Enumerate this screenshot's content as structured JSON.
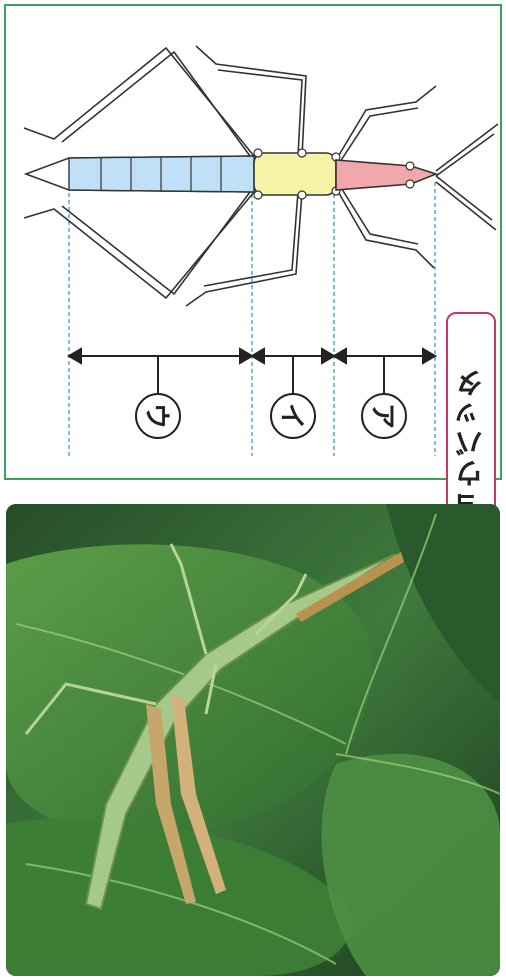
{
  "species_name": "ショウリョウバッタ",
  "labels": {
    "a": "ア",
    "i": "イ",
    "u": "ウ"
  },
  "colors": {
    "border": "#3aa35a",
    "head": "#f2a7ab",
    "thorax": "#f7f3a6",
    "abdomen": "#bfe0f6",
    "guide": "#2b8ad6",
    "tag_border": "#c2386e"
  }
}
